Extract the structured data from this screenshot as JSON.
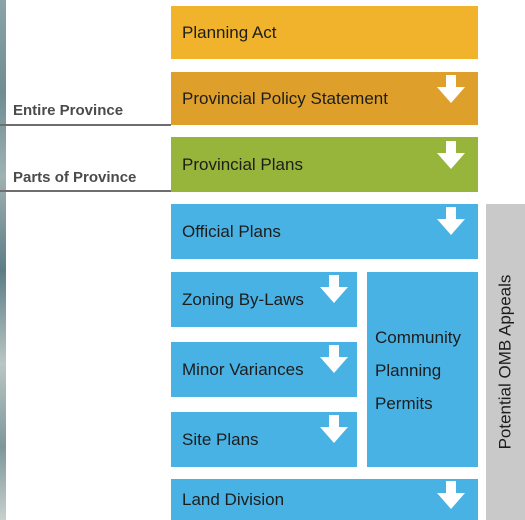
{
  "boxes": {
    "planning_act": "Planning Act",
    "provincial_policy_statement": "Provincial Policy Statement",
    "provincial_plans": "Provincial Plans",
    "official_plans": "Official Plans",
    "zoning_by_laws": "Zoning By-Laws",
    "minor_variances": "Minor Variances",
    "site_plans": "Site Plans",
    "community_planning_permits": [
      "Community",
      "Planning",
      "Permits"
    ],
    "land_division": "Land Division"
  },
  "side_labels": {
    "entire_province": "Entire Province",
    "parts_of_province": "Parts of Province"
  },
  "appeals_label": "Potential OMB Appeals",
  "colors": {
    "planning_act": "#f0b32b",
    "provincial_policy_statement": "#dea02b",
    "provincial_plans": "#97b43b",
    "municipal_blue": "#48b2e5",
    "appeals_bar": "#c9c9c9",
    "arrow": "#ffffff"
  },
  "icons": {
    "flow_arrow": "down-arrow-icon"
  }
}
